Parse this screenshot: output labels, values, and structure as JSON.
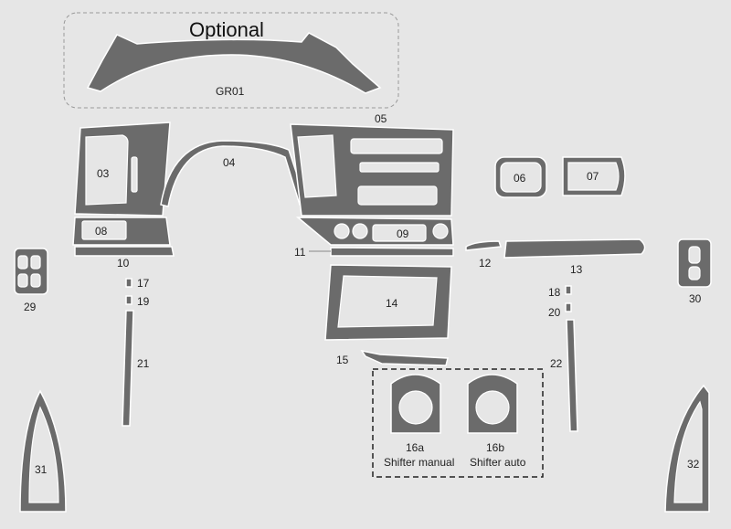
{
  "colors": {
    "background": "#e6e6e6",
    "part_fill": "#6b6b6b",
    "part_edge": "#ffffff"
  },
  "optional": {
    "title": "Optional",
    "code": "GR01"
  },
  "labels": {
    "p03": "03",
    "p04": "04",
    "p05": "05",
    "p06": "06",
    "p07": "07",
    "p08": "08",
    "p09": "09",
    "p10": "10",
    "p11": "11",
    "p12": "12",
    "p13": "13",
    "p14": "14",
    "p15": "15",
    "p16a": "16a",
    "p16b": "16b",
    "p17": "17",
    "p18": "18",
    "p19": "19",
    "p20": "20",
    "p21": "21",
    "p22": "22",
    "p29": "29",
    "p30": "30",
    "p31": "31",
    "p32": "32"
  },
  "shifter": {
    "manual": "Shifter manual",
    "auto": "Shifter auto"
  }
}
